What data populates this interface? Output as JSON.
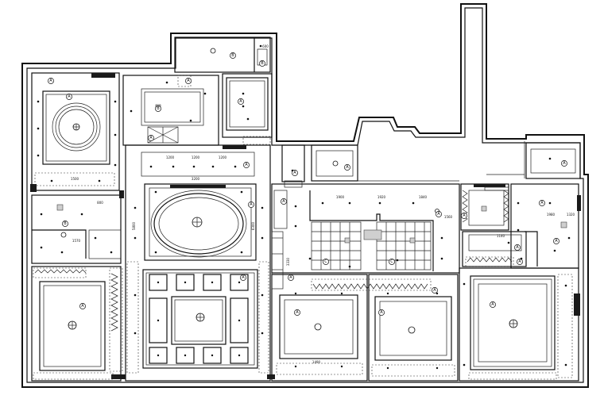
{
  "tags": {
    "a": "A",
    "b": "B",
    "c": "C"
  },
  "dimensions": {
    "d1200a": "1200",
    "d1200b": "1200",
    "d1200c": "1200",
    "d3200": "3200",
    "d1500": "1500",
    "d1900": "1900",
    "d1920": "1920",
    "d1840": "1840",
    "d1980": "1980",
    "d1320": "1320",
    "d600": "600",
    "d800": "800",
    "d1570": "1570",
    "d1140": "1140",
    "d1560": "1560",
    "d1490": "1490",
    "d3330": "3330",
    "d5800": "5800",
    "d6300": "6300"
  }
}
